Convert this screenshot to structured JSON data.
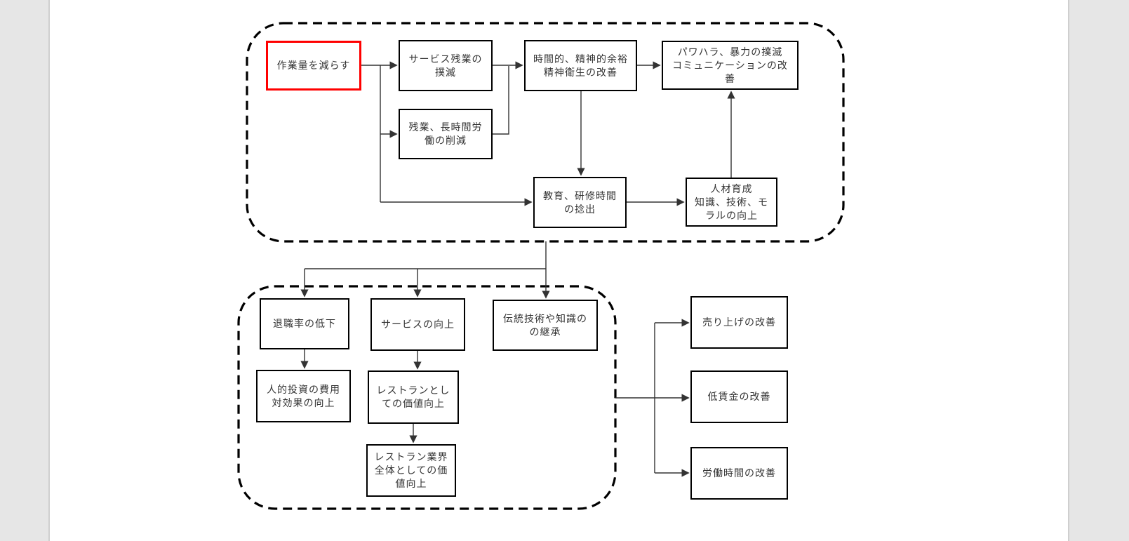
{
  "colors": {
    "page_background": "#ffffff",
    "gutter_background": "#e6e6e6",
    "diagram_stroke": "#000000",
    "text_color": "#333333",
    "highlight_border": "#ff0000"
  },
  "diagram": {
    "nodes": [
      {
        "id": "reduce-workload",
        "label": "作業量を減らす",
        "highlighted": true
      },
      {
        "id": "eliminate-unpaid-overtime",
        "label": "サービス残業の\n撲滅"
      },
      {
        "id": "reduce-overtime-long-hours",
        "label": "残業、長時間労\n働の削減"
      },
      {
        "id": "time-mental-margin",
        "label": "時間的、精神的余裕\n精神衛生の改善"
      },
      {
        "id": "eliminate-harassment",
        "label": "パワハラ、暴力の撲滅\nコミュニケーションの改\n善"
      },
      {
        "id": "secure-training-time",
        "label": "教育、研修時間\nの捻出"
      },
      {
        "id": "hr-development",
        "label": "人材育成\n知識、技術、モ\nラルの向上"
      },
      {
        "id": "lower-turnover",
        "label": "退職率の低下"
      },
      {
        "id": "service-improvement",
        "label": "サービスの向上"
      },
      {
        "id": "tradition-knowledge-succession",
        "label": "伝統技術や知識の\nの継承"
      },
      {
        "id": "hr-investment-cost-effect",
        "label": "人的投資の費用\n対効果の向上"
      },
      {
        "id": "restaurant-value-up",
        "label": "レストランとし\nての価値向上"
      },
      {
        "id": "industry-value-up",
        "label": "レストラン業界\n全体としての価\n値向上"
      },
      {
        "id": "sales-improvement",
        "label": "売り上げの改善"
      },
      {
        "id": "low-wage-improvement",
        "label": "低賃金の改善"
      },
      {
        "id": "working-hours-improvement",
        "label": "労働時間の改善"
      }
    ]
  }
}
